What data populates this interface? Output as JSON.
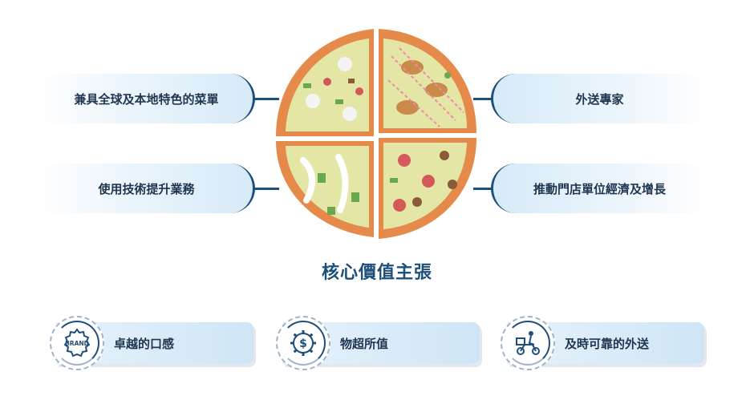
{
  "features": {
    "left_top": "兼具全球及本地特色的菜單",
    "left_bottom": "使用技術提升業務",
    "right_top": "外送專家",
    "right_bottom": "推動門店單位經濟及增長"
  },
  "core_title": "核心價值主張",
  "values": [
    {
      "label": "卓越的口感",
      "icon": "brand-badge-icon",
      "icon_text": "BRAND"
    },
    {
      "label": "物超所值",
      "icon": "dollar-gear-icon"
    },
    {
      "label": "及時可靠的外送",
      "icon": "delivery-scooter-icon"
    }
  ],
  "colors": {
    "accent": "#1d4f7a",
    "pill_fill": "#d6eaf8",
    "crust": "#e58a4a",
    "cheese": "#e8e9a8"
  }
}
